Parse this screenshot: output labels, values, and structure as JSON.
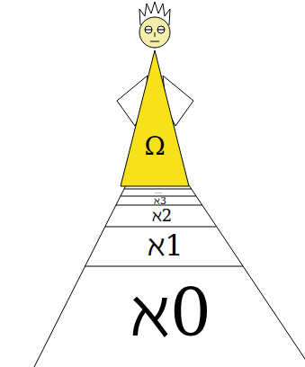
{
  "diagram": {
    "labels": [
      "ℵ0",
      "ℵ1",
      "ℵ2",
      "ℵ3",
      "...",
      "Ω"
    ]
  }
}
